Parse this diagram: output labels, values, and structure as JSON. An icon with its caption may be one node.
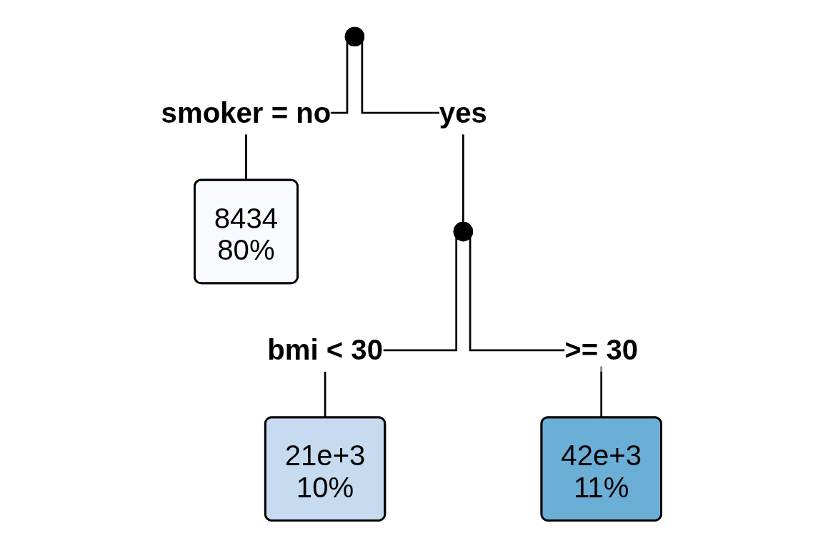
{
  "diagram": {
    "nodes": [
      {
        "text": [],
        "shape": "point"
      },
      {
        "text": [
          "8434",
          "80%"
        ]
      },
      {
        "text": [],
        "shape": "point"
      },
      {
        "text": [
          "21e+3",
          "10%"
        ]
      },
      {
        "text": [
          "42e+3",
          "11%"
        ]
      }
    ],
    "edges": [
      {
        "from": 0,
        "to": 1,
        "arrow": "none",
        "label": "smoker = no"
      },
      {
        "from": 0,
        "to": 2,
        "arrow": "none",
        "label": "yes"
      },
      {
        "from": 2,
        "to": 3,
        "arrow": "none",
        "label": "bmi < 30"
      },
      {
        "from": 2,
        "to": 4,
        "arrow": "none",
        "label": ">= 30"
      }
    ]
  }
}
